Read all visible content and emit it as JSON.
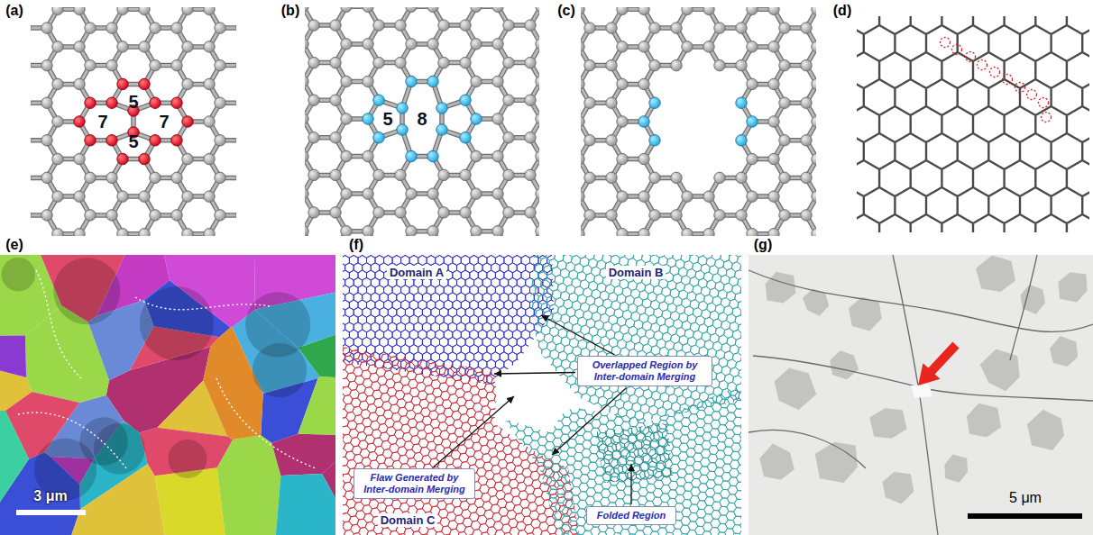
{
  "diagram": {
    "nodes": [
      {
        "text": [
          "Overlapped Region by Inter-domain Merging"
        ]
      },
      {
        "text": [
          "Flaw Generated by Inter-domain Merging"
        ]
      },
      {
        "text": [
          "Folded Region"
        ]
      }
    ],
    "labels": [
      "(a)",
      "5",
      "7",
      "7",
      "5",
      "(b)",
      "5",
      "8",
      "(c)",
      "(d)",
      "(e)",
      "3 μm",
      "(f)",
      "Domain A",
      "Domain B",
      "Domain C",
      "(g)",
      "5 μm"
    ]
  }
}
